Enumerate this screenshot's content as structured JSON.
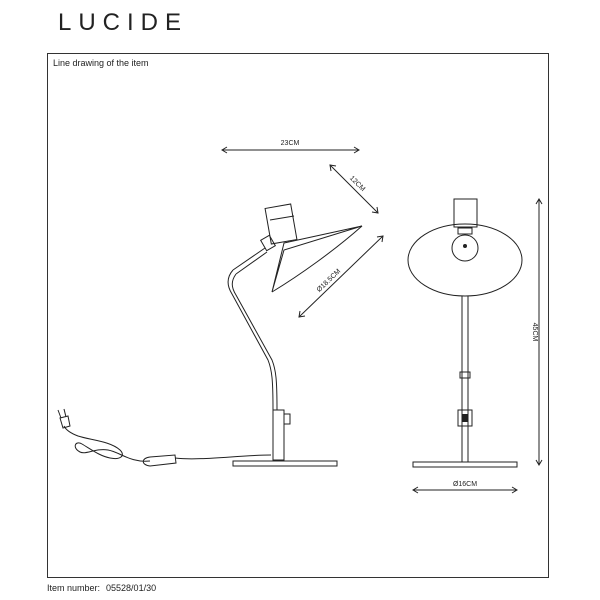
{
  "header": {
    "brand": "LUCIDE"
  },
  "drawing": {
    "caption": "Line drawing of the item",
    "dimensions": {
      "width_side": "23CM",
      "shade_depth": "12CM",
      "shade_diameter": "Ø18.5CM",
      "height": "45CM",
      "base_diameter": "Ø16CM"
    }
  },
  "footer": {
    "item_label": "Item number:",
    "item_number": "05528/01/30"
  }
}
